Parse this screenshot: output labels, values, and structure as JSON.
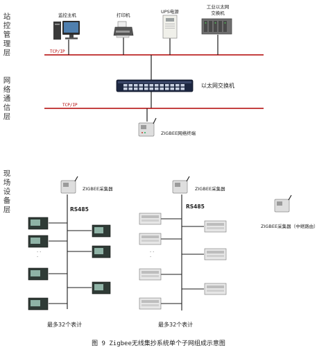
{
  "layers": {
    "station": "站控管理层",
    "network": "网络通信层",
    "field": "现场设备层"
  },
  "devices": {
    "host": "监控主机",
    "printer": "打印机",
    "ups": "UPS电源",
    "industrial_switch": "工业以太网交换机",
    "ethernet_switch": "以太网交换机",
    "zigbee_terminal": "ZIGBEE网络终端",
    "collector": "ZIGBEE采集器",
    "repeater": "ZIGBEE采集器（中继路由）"
  },
  "buses": {
    "tcpip_top": "TCP/IP",
    "tcpip_mid": "TCP/IP",
    "rs485": "RS485"
  },
  "meter_groups": {
    "left_dots": "·  ·  ·",
    "right_dots": "·  ·  ·",
    "left_caption": "最多32个表计",
    "right_caption": "最多32个表计"
  },
  "caption": "图 9  Zigbee无线集抄系统单个子网组成示意图",
  "colors": {
    "bus_red": "#b00000",
    "line_dark": "#1a1a1a",
    "meter_dark": "#2f3b36",
    "meter_light": "#e6e6e6"
  }
}
